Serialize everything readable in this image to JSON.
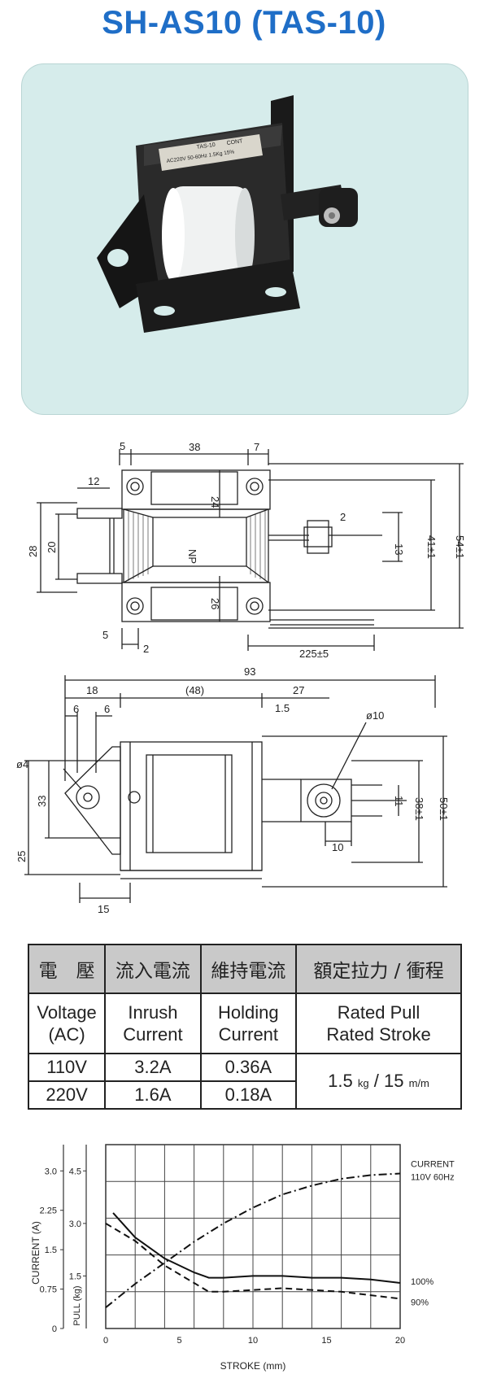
{
  "title": "SH-AS10 (TAS-10)",
  "nameplate": {
    "line1": "TAS-10",
    "line1b": "CONT",
    "line2": "AC220V 50-60Hz 1.5Kg 15%"
  },
  "top_view": {
    "dims": {
      "d5": "5",
      "d38": "38",
      "d7": "7",
      "d12": "12",
      "d24": "24",
      "d2a": "2",
      "d28": "28",
      "d20": "20",
      "d13": "13",
      "d41": "41±1",
      "d54": "54±1",
      "d26": "26",
      "d5b": "5",
      "d2b": "2",
      "d225": "225±5",
      "np": "NP"
    }
  },
  "side_view": {
    "dims": {
      "d93": "93",
      "d18": "18",
      "d48": "(48)",
      "d27": "27",
      "d6a": "6",
      "d6b": "6",
      "d15a": "1.5",
      "phi10": "ø10",
      "phi4": "ø4",
      "d33": "33",
      "d25": "25",
      "d11": "11",
      "d38": "38±1",
      "d50": "50±1",
      "d10": "10",
      "d15": "15"
    }
  },
  "specs": {
    "headers_zh": [
      "電　壓",
      "流入電流",
      "維持電流",
      "額定拉力 / 衝程"
    ],
    "headers_en": [
      [
        "Voltage",
        "(AC)"
      ],
      [
        "Inrush",
        "Current"
      ],
      [
        "Holding",
        "Current"
      ],
      [
        "Rated Pull",
        "Rated Stroke"
      ]
    ],
    "rows": [
      {
        "voltage": "110V",
        "inrush": "3.2A",
        "holding": "0.36A"
      },
      {
        "voltage": "220V",
        "inrush": "1.6A",
        "holding": "0.18A"
      }
    ],
    "rated": {
      "pull": "1.5",
      "pull_unit": "kg",
      "sep": "/",
      "stroke": "15",
      "stroke_unit": "m/m"
    }
  },
  "chart_data": {
    "type": "line",
    "xlabel": "STROKE (mm)",
    "ylabel_left": "CURRENT (A)",
    "ylabel_right": "PULL (kg)",
    "xlim": [
      0,
      20
    ],
    "x_ticks": [
      0,
      5,
      10,
      15,
      20
    ],
    "current_ticks": [
      0,
      0.75,
      1.5,
      2.25,
      3.0
    ],
    "pull_ticks": [
      1.5,
      3.0,
      4.5
    ],
    "pull_lim": [
      0,
      5.25
    ],
    "grid": true,
    "series": [
      {
        "name": "CURRENT",
        "axis": "current",
        "style": "dash-dot",
        "x": [
          0,
          2,
          4,
          6,
          8,
          10,
          12,
          14,
          16,
          18,
          20
        ],
        "y": [
          0.4,
          0.85,
          1.25,
          1.65,
          2.0,
          2.3,
          2.55,
          2.72,
          2.85,
          2.92,
          2.95
        ]
      },
      {
        "name": "100%",
        "axis": "pull",
        "style": "solid",
        "x": [
          0.5,
          2,
          4,
          6,
          7,
          8,
          10,
          12,
          14,
          16,
          18,
          20
        ],
        "y": [
          3.3,
          2.6,
          2.0,
          1.6,
          1.45,
          1.45,
          1.5,
          1.5,
          1.45,
          1.45,
          1.4,
          1.3
        ]
      },
      {
        "name": "90%",
        "axis": "pull",
        "style": "dashed",
        "x": [
          0,
          2,
          4,
          6,
          7,
          8,
          10,
          12,
          14,
          16,
          18,
          20
        ],
        "y": [
          3.0,
          2.5,
          1.8,
          1.3,
          1.05,
          1.05,
          1.1,
          1.15,
          1.1,
          1.05,
          0.95,
          0.85
        ]
      }
    ],
    "annotations": [
      "CURRENT",
      "110V 60Hz"
    ]
  }
}
